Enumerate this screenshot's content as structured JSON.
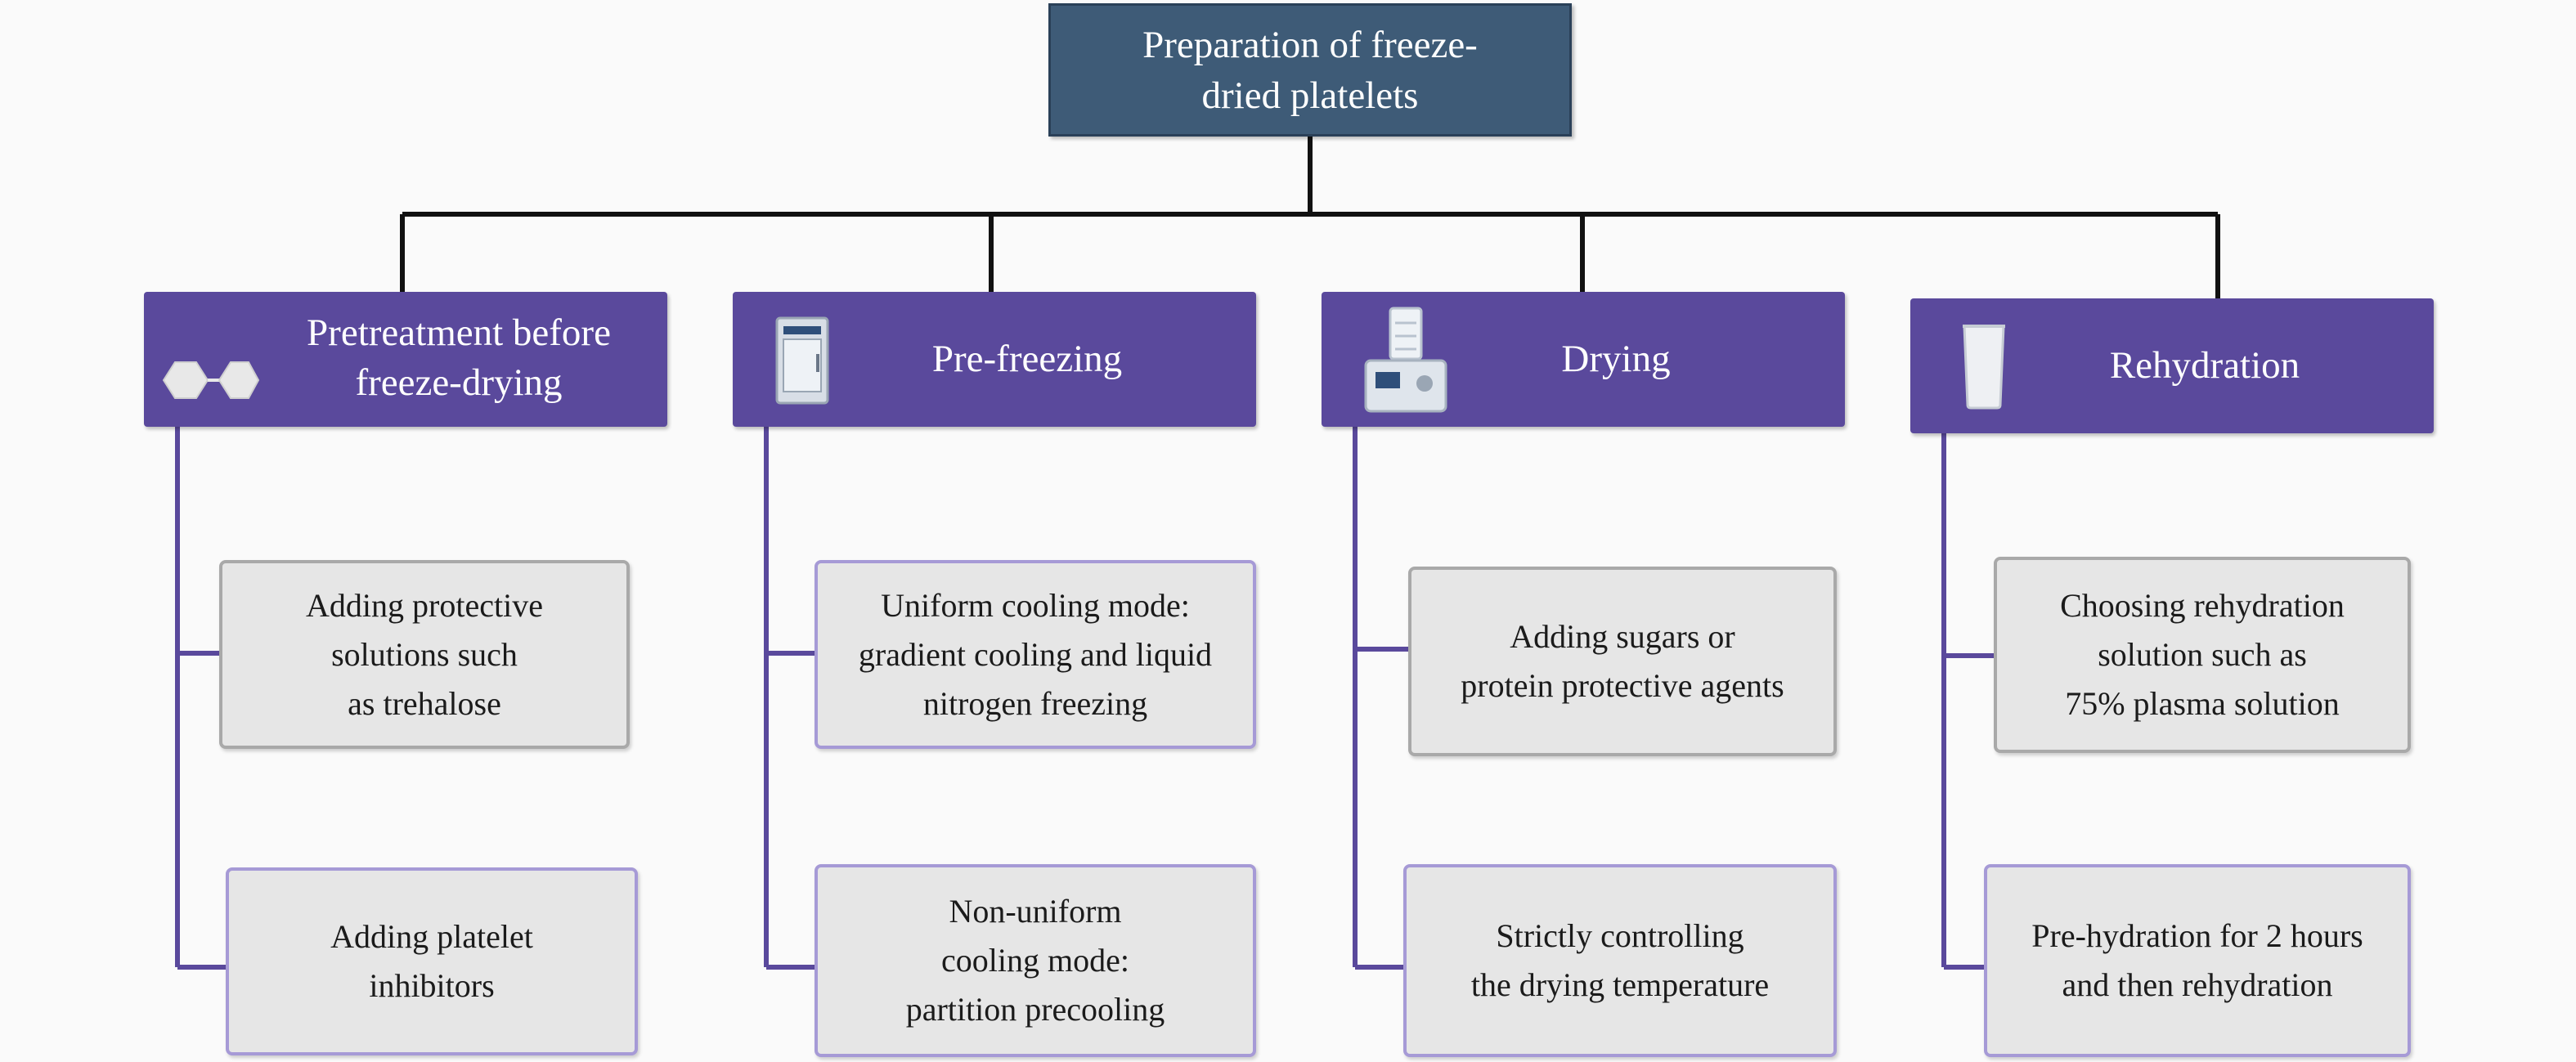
{
  "root": {
    "title": "Preparation of freeze-\ndried platelets"
  },
  "categories": [
    {
      "label": "Pretreatment before\nfreeze-drying",
      "icon": "molecule-icon",
      "items": [
        "Adding protective\nsolutions such\nas trehalose",
        "Adding platelet\ninhibitors"
      ]
    },
    {
      "label": "Pre-freezing",
      "icon": "freezer-icon",
      "items": [
        "Uniform cooling mode:\ngradient cooling and liquid\nnitrogen freezing",
        "Non-uniform\ncooling mode:\npartition precooling"
      ]
    },
    {
      "label": "Drying",
      "icon": "freeze-dryer-icon",
      "items": [
        "Adding sugars or\nprotein protective agents",
        "Strictly controlling\nthe drying temperature"
      ]
    },
    {
      "label": "Rehydration",
      "icon": "beaker-icon",
      "items": [
        "Choosing rehydration\nsolution such as\n75% plasma solution",
        "Pre-hydration for 2 hours\nand then rehydration"
      ]
    }
  ],
  "colors": {
    "root_fill": "#3e5b77",
    "category_fill": "#5a499c",
    "leaf_fill": "#e6e6e6",
    "connector": "#111111",
    "branch_line": "#5a499c"
  }
}
